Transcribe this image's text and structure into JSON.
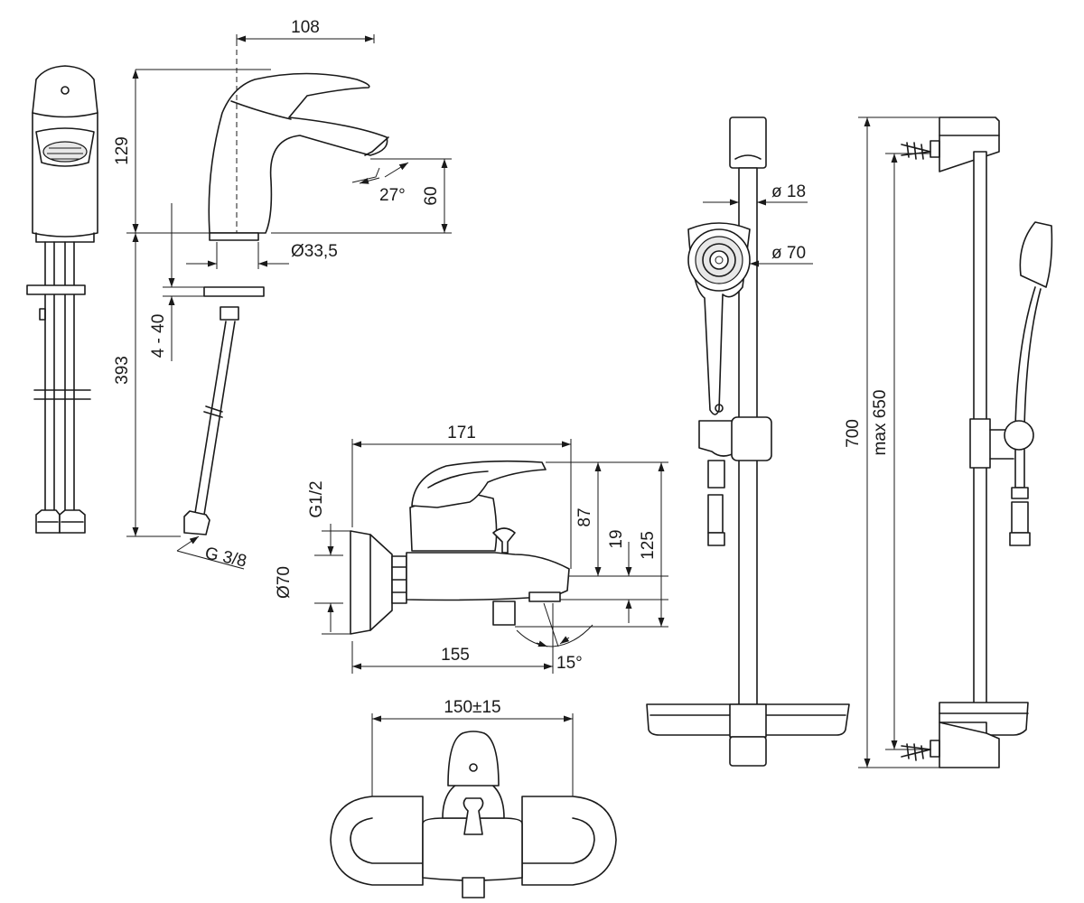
{
  "dimensions": {
    "basin_width": "108",
    "basin_height": "129",
    "spout_angle": "27°",
    "spout_height": "60",
    "base_diameter": "Ø33,5",
    "deck_thickness": "4 - 40",
    "hose_length": "393",
    "hose_thread": "G 3/8",
    "bath_width": "171",
    "bath_inlet": "G1/2",
    "bath_height_87": "87",
    "bath_height_19": "19",
    "bath_height_125": "125",
    "bath_rosette": "Ø70",
    "bath_spout_reach": "155",
    "bath_spout_angle": "15°",
    "bath_centres": "150±15",
    "rail_diameter": "ø 18",
    "handshower_diameter": "ø 70",
    "rail_length": "700",
    "rail_fixing": "max 650"
  }
}
